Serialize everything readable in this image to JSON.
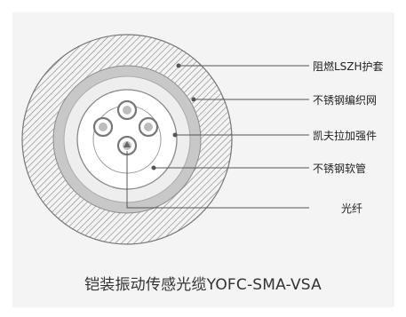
{
  "diagram": {
    "labels": {
      "jacket": "阻燃LSZH护套",
      "braid": "不锈钢编织网",
      "kevlar": "凯夫拉加强件",
      "tube": "不锈钢软管",
      "fiber": "光纤"
    },
    "caption": "铠装振动传感光缆YOFC-SMA-VSA"
  }
}
